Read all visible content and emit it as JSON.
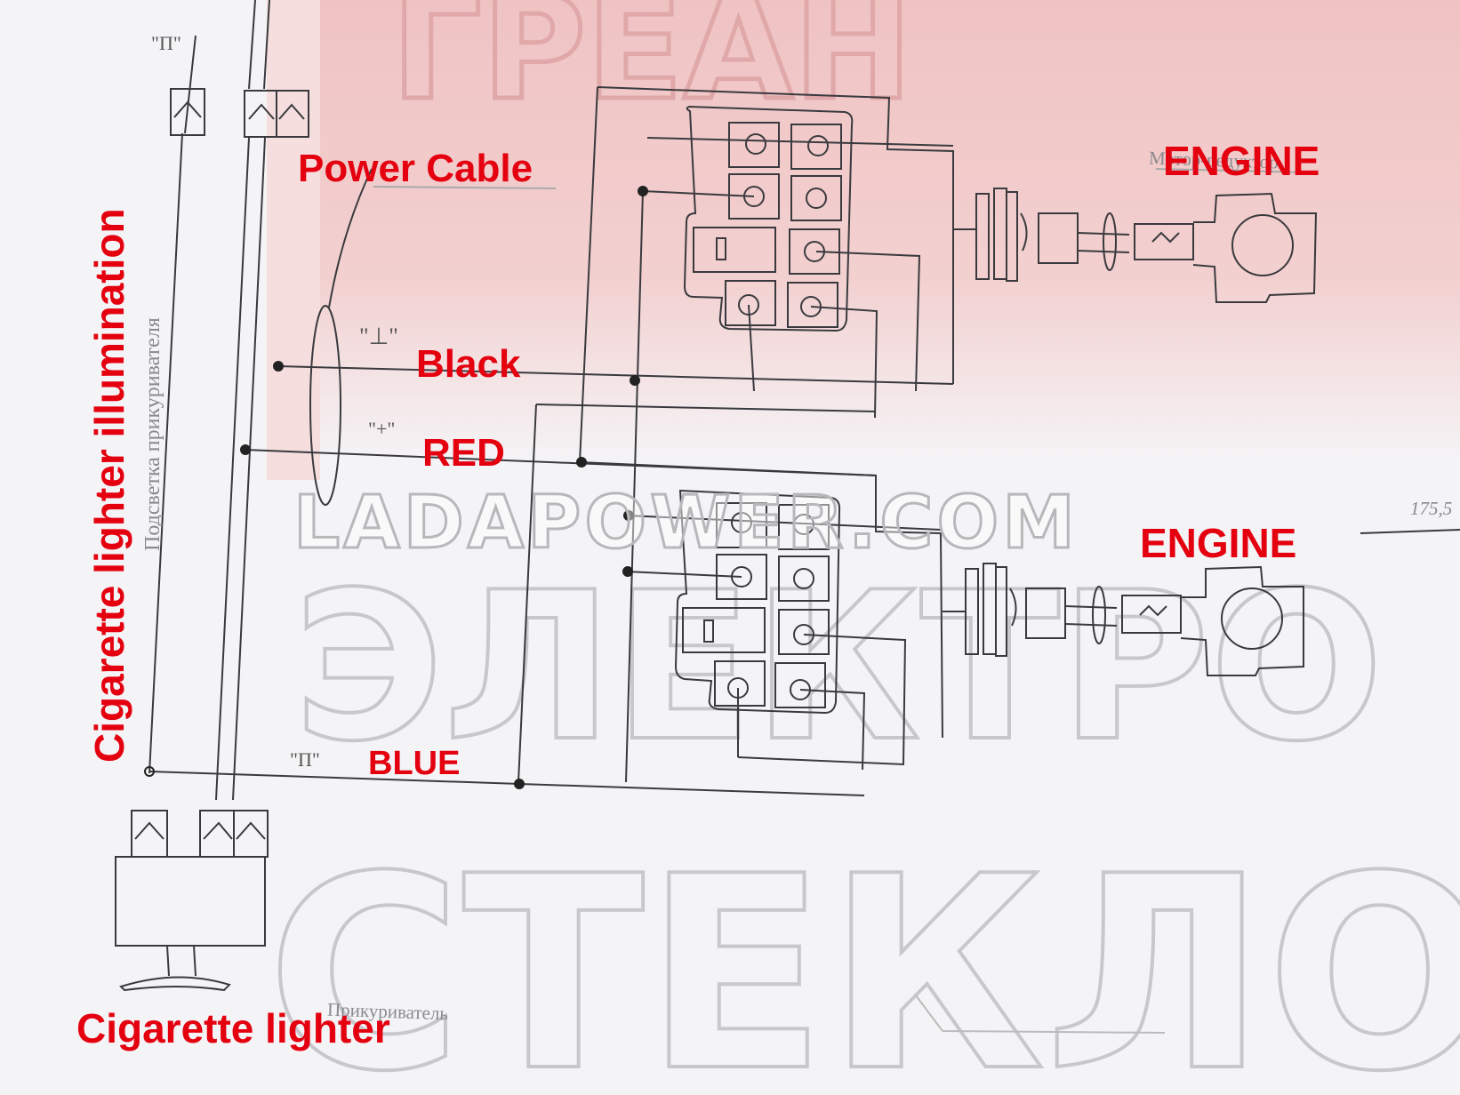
{
  "labels": {
    "power_cable": "Power Cable",
    "black": "Black",
    "red": "RED",
    "blue": "BLUE",
    "engine_top": "ENGINE",
    "engine_bottom": "ENGINE",
    "cigarette_lighter": "Cigarette lighter",
    "cigarette_lighter_illumination": "Cigarette lighter illumination"
  },
  "watermark": "LADAPOWER.COM",
  "russian_text": {
    "illumination": "Подсветка прикуривателя",
    "lighter": "Прикуриватель",
    "motor_reducer": "Мотор-редуктор",
    "dimension": "175,5"
  },
  "terminal_marks": {
    "p_top": "\"П\"",
    "ground": "\"⊥\"",
    "plus": "\"+\"",
    "p_bottom": "\"П\""
  },
  "colors": {
    "annotation": "#e4000f",
    "line": "#3a3a3e",
    "background": "#f4f4f6"
  }
}
